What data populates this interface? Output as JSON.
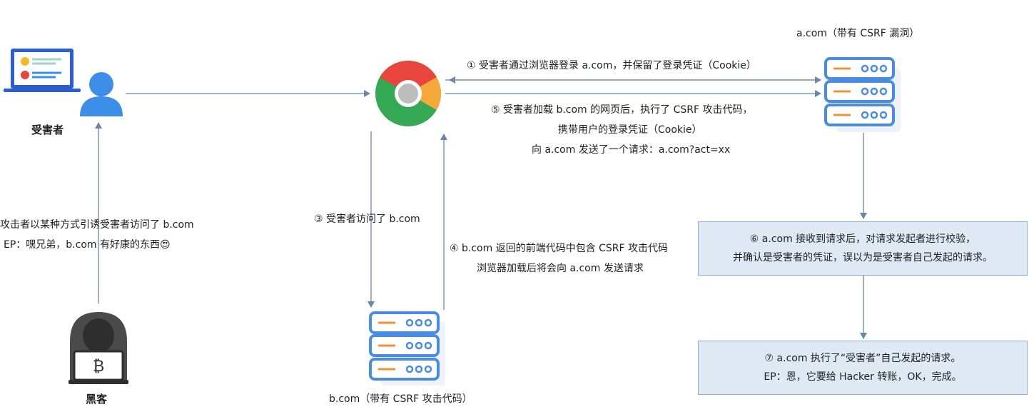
{
  "actors": {
    "victim": "受害者",
    "hacker": "黑客",
    "server_a": "a.com（带有 CSRF 漏洞）",
    "server_b": "b.com（带有 CSRF 攻击代码）"
  },
  "steps": {
    "step1": "① 受害者通过浏览器登录 a.com，并保留了登录凭证（Cookie）",
    "step2_line1": "攻击者以某种方式引诱受害者访问了 b.com",
    "step2_line2": "EP：嘿兄弟，b.com 有好康的东西",
    "step2_emoji": "😍",
    "step3": "③ 受害者访问了 b.com",
    "step4_line1": "④ b.com 返回的前端代码中包含 CSRF 攻击代码",
    "step4_line2": "浏览器加载后将会向 a.com 发送请求",
    "step5_line1": "⑤ 受害者加载 b.com 的网页后，执行了 CSRF 攻击代码，",
    "step5_line2": "携带用户的登录凭证（Cookie）",
    "step5_line3": "向 a.com 发送了一个请求：a.com?act=xx",
    "step6_line1": "⑥ a.com 接收到请求后，对请求发起者进行校验，",
    "step6_line2": "并确认是受害者的凭证，误以为是受害者自己发起的请求。",
    "step7_line1": "⑦ a.com 执行了“受害者”自己发起的请求。",
    "step7_line2": "EP：恩，它要给 Hacker 转账，OK，完成。"
  },
  "icons": {
    "laptop": "laptop-icon",
    "user": "user-icon",
    "browser": "chrome-browser-icon",
    "server": "server-rack-icon",
    "hacker": "hooded-hacker-icon",
    "bitcoin": "bitcoin-icon"
  },
  "colors": {
    "arrow": "#6b86a8",
    "server_border": "#4a8be3",
    "server_fill": "#ffffff",
    "server_dash": "#f0913a",
    "box_fill": "#dfe9f3",
    "box_border": "#8fb0cf",
    "user_blue": "#3d8ee8",
    "chrome_red": "#e8453c",
    "chrome_green": "#34a853",
    "chrome_orange": "#f5a93a"
  }
}
